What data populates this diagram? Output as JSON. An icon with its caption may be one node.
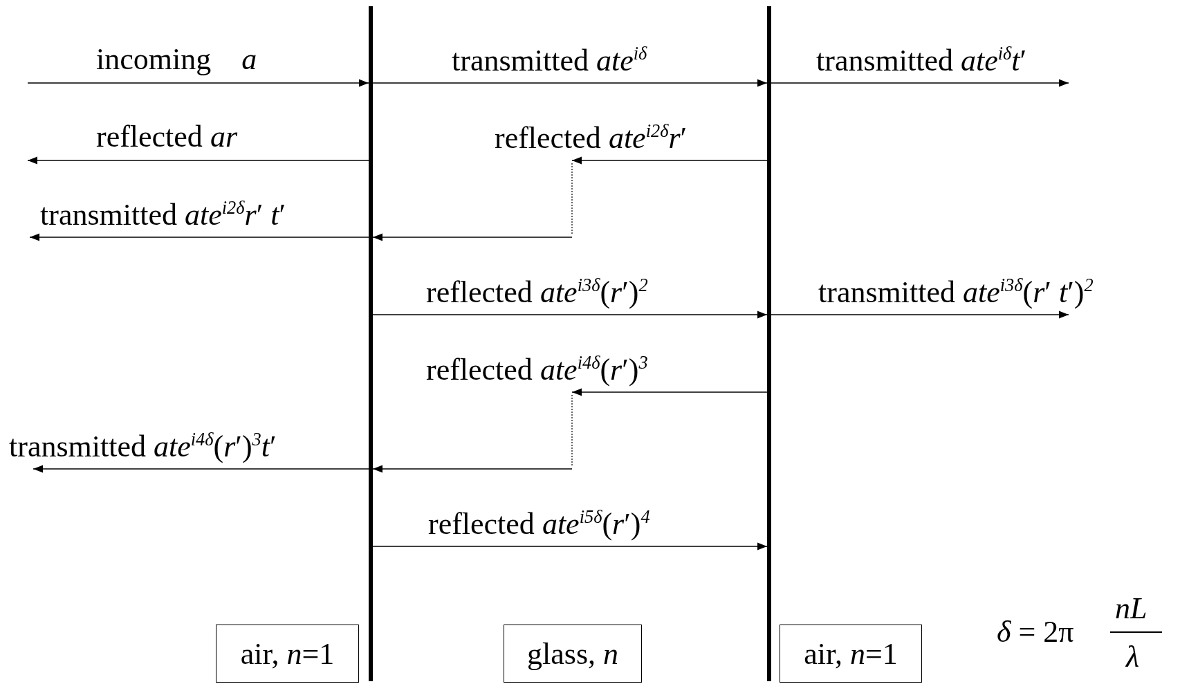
{
  "diagram": {
    "nodes": [
      {
        "text": [],
        "shape": "bar"
      },
      {
        "text": [],
        "shape": "bar"
      },
      {
        "text": [
          "air, *n*=1"
        ]
      },
      {
        "text": [
          "glass, *n*"
        ]
      },
      {
        "text": [
          "air, *n*=1"
        ]
      }
    ],
    "edges": [
      {
        "from": null,
        "to": 0,
        "arrow": "to",
        "label": "incoming    *a*"
      },
      {
        "from": 0,
        "to": 1,
        "arrow": "to",
        "label": "transmitted *ate*$^{iδ}$"
      },
      {
        "from": 1,
        "to": null,
        "arrow": "to",
        "label": "transmitted *ate*$^{iδ}$*t*′"
      },
      {
        "from": 0,
        "to": null,
        "arrow": "to",
        "label": "reflected *ar*"
      },
      {
        "from": 1,
        "to": null,
        "arrow": "to",
        "label": "reflected *ate*$^{i2δ}$*r*′"
      },
      {
        "from": null,
        "to": 0,
        "arrow": "to"
      },
      {
        "from": 0,
        "to": null,
        "arrow": "to",
        "label": "transmitted *ate*$^{i2δ}$*r*′ *t*′"
      },
      {
        "from": 0,
        "to": 1,
        "arrow": "to",
        "label": "reflected *ate*$^{i3δ}$(*r*′)$^{2}$"
      },
      {
        "from": 1,
        "to": null,
        "arrow": "to",
        "label": "transmitted *ate*$^{i3δ}$(*r*′ *t*′)$^{2}$"
      },
      {
        "from": 1,
        "to": null,
        "arrow": "to",
        "label": "reflected *ate*$^{i4δ}$(*r*′)$^{3}$"
      },
      {
        "from": null,
        "to": 0,
        "arrow": "to"
      },
      {
        "from": 0,
        "to": null,
        "arrow": "to",
        "label": "transmitted *ate*$^{i4δ}$(*r*′)$^{3}$*t*′"
      },
      {
        "from": 0,
        "to": 1,
        "arrow": "to",
        "label": "reflected *ate*$^{i5δ}$(*r*′)$^{4}$"
      }
    ],
    "labels": [
      "*δ* = 2π",
      "nL",
      "λ"
    ]
  }
}
